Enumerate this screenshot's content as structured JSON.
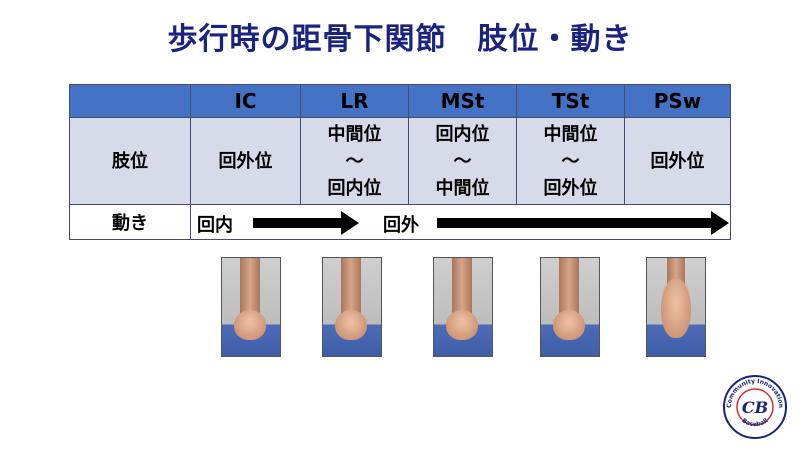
{
  "title": "歩行時の距骨下関節　肢位・動き",
  "table": {
    "phases": [
      "IC",
      "LR",
      "MSt",
      "TSt",
      "PSw"
    ],
    "position_label": "肢位",
    "positions": [
      [
        "回外位"
      ],
      [
        "中間位",
        "～",
        "回内位"
      ],
      [
        "回内位",
        "～",
        "中間位"
      ],
      [
        "中間位",
        "～",
        "回外位"
      ],
      [
        "回外位"
      ]
    ],
    "movement_label": "動き",
    "movement_pronation": "回内",
    "movement_supination": "回外"
  },
  "logo": {
    "initials": "CB",
    "text_top": "Community Innovation",
    "text_bottom": "Baseball"
  },
  "colors": {
    "title": "#1a237e",
    "header_bg": "#4472c4",
    "cell_bg": "#d6dbe9",
    "logo_red": "#d32f2f",
    "logo_navy": "#1a237e"
  }
}
